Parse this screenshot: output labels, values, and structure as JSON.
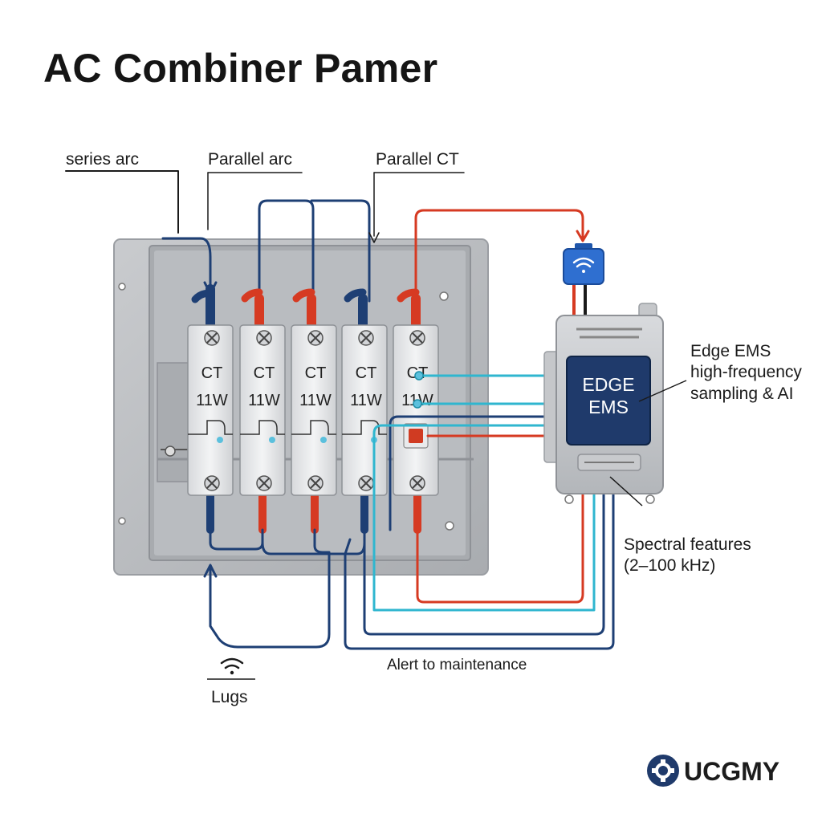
{
  "title": "AC Combiner Pamer",
  "labels": {
    "series_arc": "series arc",
    "parallel_arc": "Parallel arc",
    "parallel_ct": "Parallel CT",
    "edge_ems_line1": "Edge EMS",
    "edge_ems_line2": "high-frequency",
    "edge_ems_line3": "sampling & AI",
    "spectral_line1": "Spectral features",
    "spectral_line2": "(2–100 kHz)",
    "alert": "Alert to maintenance",
    "lugs": "Lugs"
  },
  "modules": [
    {
      "top": "CT",
      "rating": "11W"
    },
    {
      "top": "CT",
      "rating": "11W"
    },
    {
      "top": "CT",
      "rating": "11W"
    },
    {
      "top": "CT",
      "rating": "11W"
    },
    {
      "top": "CT",
      "rating": "11W"
    }
  ],
  "ems_screen": {
    "line1": "EDGE",
    "line2": "EMS"
  },
  "brand": {
    "name": "UCGMY"
  },
  "icons": [
    "wifi-icon",
    "gear-icon",
    "screw-icon"
  ],
  "colors": {
    "navy_wire": "#1e3f74",
    "red_wire": "#d63a22",
    "cyan_wire": "#2fb6cf",
    "enclosure": "#b8bbbf",
    "ems_screen": "#1f3a6b",
    "wifi_module": "#2f6fd0"
  }
}
